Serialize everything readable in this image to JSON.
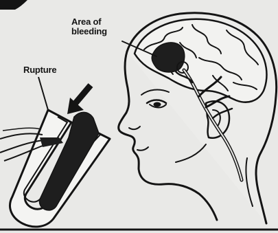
{
  "labels": {
    "area_of_bleeding_line1": "Area of",
    "area_of_bleeding_line2": "bleeding",
    "rupture": "Rupture"
  },
  "colors": {
    "background": "#e9e9e7",
    "ink": "#141414",
    "blood": "#1e1e1e"
  }
}
